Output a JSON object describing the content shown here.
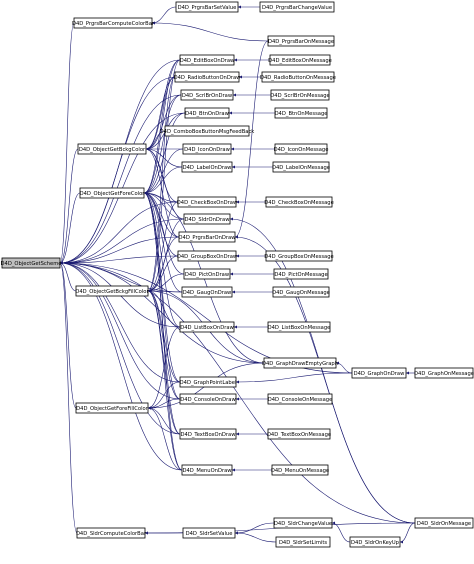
{
  "graph": {
    "root": "D4D_ObjectGetScheme",
    "nodes": [
      "D4D_ObjectGetScheme",
      "D4D_PrgrsBarComputeColorBar",
      "D4D_ObjectGetBckgColor",
      "D4D_ObjectGetForeColor",
      "D4D_ObjectGetBckgFillColor",
      "D4D_ObjectGetForeFillColor",
      "D4D_SldrComputeColorBar",
      "D4D_PrgrsBarSetValue",
      "D4D_PrgrsBarChangeValue",
      "D4D_PrgrsBarOnMessage",
      "D4D_EditBoxOnDraw",
      "D4D_EditBoxOnMessage",
      "D4D_RadioButtonOnDraw",
      "D4D_RadioButtonOnMessage",
      "D4D_ScrlBrOnDraw",
      "D4D_ScrlBrOnMessage",
      "D4D_BtnOnDraw",
      "D4D_BtnOnMessage",
      "D4D_ComboBoxButtonMsgFeedBack",
      "D4D_IconOnDraw",
      "D4D_IconOnMessage",
      "D4D_LabelOnDraw",
      "D4D_LabelOnMessage",
      "D4D_CheckBoxOnDraw",
      "D4D_CheckBoxOnMessage",
      "D4D_SldrOnDraw",
      "D4D_PrgrsBarOnDraw",
      "D4D_GroupBoxOnDraw",
      "D4D_GroupBoxOnMessage",
      "D4D_PictOnDraw",
      "D4D_PictOnMessage",
      "D4D_GaugOnDraw",
      "D4D_GaugOnMessage",
      "D4D_ListBoxOnDraw",
      "D4D_ListBoxOnMessage",
      "D4D_GraphDrawEmptyGraph",
      "D4D_GraphOnDraw",
      "D4D_GraphOnMessage",
      "D4D_GraphPointLabel",
      "D4D_ConsoleOnDraw",
      "D4D_ConsoleOnMessage",
      "D4D_TextBoxOnDraw",
      "D4D_TextBoxOnMessage",
      "D4D_MenuOnDraw",
      "D4D_MenuOnMessage",
      "D4D_SldrOnMessage",
      "D4D_SldrSetValue",
      "D4D_SldrChangeValue",
      "D4D_SldrSetLimits",
      "D4D_SldrOnKeyUp"
    ],
    "edges": [
      [
        "D4D_PrgrsBarComputeColorBar",
        "D4D_ObjectGetScheme"
      ],
      [
        "D4D_ObjectGetBckgColor",
        "D4D_ObjectGetScheme"
      ],
      [
        "D4D_ObjectGetForeColor",
        "D4D_ObjectGetScheme"
      ],
      [
        "D4D_ObjectGetBckgFillColor",
        "D4D_ObjectGetScheme"
      ],
      [
        "D4D_ObjectGetForeFillColor",
        "D4D_ObjectGetScheme"
      ],
      [
        "D4D_SldrComputeColorBar",
        "D4D_ObjectGetScheme"
      ],
      [
        "D4D_EditBoxOnDraw",
        "D4D_ObjectGetScheme"
      ],
      [
        "D4D_RadioButtonOnDraw",
        "D4D_ObjectGetScheme"
      ],
      [
        "D4D_ScrlBrOnDraw",
        "D4D_ObjectGetScheme"
      ],
      [
        "D4D_BtnOnDraw",
        "D4D_ObjectGetScheme"
      ],
      [
        "D4D_CheckBoxOnDraw",
        "D4D_ObjectGetScheme"
      ],
      [
        "D4D_SldrOnDraw",
        "D4D_ObjectGetScheme"
      ],
      [
        "D4D_PrgrsBarOnDraw",
        "D4D_ObjectGetScheme"
      ],
      [
        "D4D_GroupBoxOnDraw",
        "D4D_ObjectGetScheme"
      ],
      [
        "D4D_GaugOnDraw",
        "D4D_ObjectGetScheme"
      ],
      [
        "D4D_ListBoxOnDraw",
        "D4D_ObjectGetScheme"
      ],
      [
        "D4D_GraphDrawEmptyGraph",
        "D4D_ObjectGetScheme"
      ],
      [
        "D4D_GraphOnDraw",
        "D4D_ObjectGetScheme"
      ],
      [
        "D4D_GraphPointLabel",
        "D4D_ObjectGetScheme"
      ],
      [
        "D4D_ConsoleOnDraw",
        "D4D_ObjectGetScheme"
      ],
      [
        "D4D_TextBoxOnDraw",
        "D4D_ObjectGetScheme"
      ],
      [
        "D4D_MenuOnDraw",
        "D4D_ObjectGetScheme"
      ],
      [
        "D4D_SldrOnMessage",
        "D4D_ObjectGetScheme"
      ],
      [
        "D4D_PrgrsBarSetValue",
        "D4D_PrgrsBarComputeColorBar"
      ],
      [
        "D4D_PrgrsBarOnMessage",
        "D4D_PrgrsBarComputeColorBar"
      ],
      [
        "D4D_PrgrsBarChangeValue",
        "D4D_PrgrsBarSetValue"
      ],
      [
        "D4D_EditBoxOnDraw",
        "D4D_ObjectGetBckgColor"
      ],
      [
        "D4D_RadioButtonOnDraw",
        "D4D_ObjectGetBckgColor"
      ],
      [
        "D4D_ScrlBrOnDraw",
        "D4D_ObjectGetBckgColor"
      ],
      [
        "D4D_BtnOnDraw",
        "D4D_ObjectGetBckgColor"
      ],
      [
        "D4D_ComboBoxButtonMsgFeedBack",
        "D4D_ObjectGetBckgColor"
      ],
      [
        "D4D_IconOnDraw",
        "D4D_ObjectGetBckgColor"
      ],
      [
        "D4D_LabelOnDraw",
        "D4D_ObjectGetBckgColor"
      ],
      [
        "D4D_CheckBoxOnDraw",
        "D4D_ObjectGetBckgColor"
      ],
      [
        "D4D_SldrOnDraw",
        "D4D_ObjectGetBckgColor"
      ],
      [
        "D4D_PrgrsBarOnDraw",
        "D4D_ObjectGetBckgColor"
      ],
      [
        "D4D_EditBoxOnDraw",
        "D4D_ObjectGetForeColor"
      ],
      [
        "D4D_RadioButtonOnDraw",
        "D4D_ObjectGetForeColor"
      ],
      [
        "D4D_ScrlBrOnDraw",
        "D4D_ObjectGetForeColor"
      ],
      [
        "D4D_BtnOnDraw",
        "D4D_ObjectGetForeColor"
      ],
      [
        "D4D_IconOnDraw",
        "D4D_ObjectGetForeColor"
      ],
      [
        "D4D_LabelOnDraw",
        "D4D_ObjectGetForeColor"
      ],
      [
        "D4D_CheckBoxOnDraw",
        "D4D_ObjectGetForeColor"
      ],
      [
        "D4D_SldrOnDraw",
        "D4D_ObjectGetForeColor"
      ],
      [
        "D4D_PrgrsBarOnDraw",
        "D4D_ObjectGetForeColor"
      ],
      [
        "D4D_GroupBoxOnDraw",
        "D4D_ObjectGetForeColor"
      ],
      [
        "D4D_PictOnDraw",
        "D4D_ObjectGetForeColor"
      ],
      [
        "D4D_GaugOnDraw",
        "D4D_ObjectGetForeColor"
      ],
      [
        "D4D_ListBoxOnDraw",
        "D4D_ObjectGetForeColor"
      ],
      [
        "D4D_GraphDrawEmptyGraph",
        "D4D_ObjectGetForeColor"
      ],
      [
        "D4D_GraphPointLabel",
        "D4D_ObjectGetForeColor"
      ],
      [
        "D4D_ConsoleOnDraw",
        "D4D_ObjectGetForeColor"
      ],
      [
        "D4D_TextBoxOnDraw",
        "D4D_ObjectGetForeColor"
      ],
      [
        "D4D_MenuOnDraw",
        "D4D_ObjectGetForeColor"
      ],
      [
        "D4D_EditBoxOnDraw",
        "D4D_ObjectGetBckgFillColor"
      ],
      [
        "D4D_RadioButtonOnDraw",
        "D4D_ObjectGetBckgFillColor"
      ],
      [
        "D4D_CheckBoxOnDraw",
        "D4D_ObjectGetBckgFillColor"
      ],
      [
        "D4D_SldrOnDraw",
        "D4D_ObjectGetBckgFillColor"
      ],
      [
        "D4D_PrgrsBarOnDraw",
        "D4D_ObjectGetBckgFillColor"
      ],
      [
        "D4D_GroupBoxOnDraw",
        "D4D_ObjectGetBckgFillColor"
      ],
      [
        "D4D_PictOnDraw",
        "D4D_ObjectGetBckgFillColor"
      ],
      [
        "D4D_GaugOnDraw",
        "D4D_ObjectGetBckgFillColor"
      ],
      [
        "D4D_ListBoxOnDraw",
        "D4D_ObjectGetBckgFillColor"
      ],
      [
        "D4D_GraphDrawEmptyGraph",
        "D4D_ObjectGetBckgFillColor"
      ],
      [
        "D4D_GraphPointLabel",
        "D4D_ObjectGetBckgFillColor"
      ],
      [
        "D4D_ConsoleOnDraw",
        "D4D_ObjectGetBckgFillColor"
      ],
      [
        "D4D_TextBoxOnDraw",
        "D4D_ObjectGetBckgFillColor"
      ],
      [
        "D4D_MenuOnDraw",
        "D4D_ObjectGetBckgFillColor"
      ],
      [
        "D4D_ListBoxOnDraw",
        "D4D_ObjectGetForeFillColor"
      ],
      [
        "D4D_GraphDrawEmptyGraph",
        "D4D_ObjectGetForeFillColor"
      ],
      [
        "D4D_GraphPointLabel",
        "D4D_ObjectGetForeFillColor"
      ],
      [
        "D4D_ConsoleOnDraw",
        "D4D_ObjectGetForeFillColor"
      ],
      [
        "D4D_TextBoxOnDraw",
        "D4D_ObjectGetForeFillColor"
      ],
      [
        "D4D_MenuOnDraw",
        "D4D_ObjectGetForeFillColor"
      ],
      [
        "D4D_SldrSetValue",
        "D4D_SldrComputeColorBar"
      ],
      [
        "D4D_SldrOnMessage",
        "D4D_SldrComputeColorBar"
      ],
      [
        "D4D_SldrChangeValue",
        "D4D_SldrSetValue"
      ],
      [
        "D4D_SldrSetLimits",
        "D4D_SldrSetValue"
      ],
      [
        "D4D_SldrOnKeyUp",
        "D4D_SldrChangeValue"
      ],
      [
        "D4D_SldrOnMessage",
        "D4D_SldrOnKeyUp"
      ],
      [
        "D4D_EditBoxOnMessage",
        "D4D_EditBoxOnDraw"
      ],
      [
        "D4D_RadioButtonOnMessage",
        "D4D_RadioButtonOnDraw"
      ],
      [
        "D4D_ScrlBrOnMessage",
        "D4D_ScrlBrOnDraw"
      ],
      [
        "D4D_BtnOnMessage",
        "D4D_BtnOnDraw"
      ],
      [
        "D4D_IconOnMessage",
        "D4D_IconOnDraw"
      ],
      [
        "D4D_LabelOnMessage",
        "D4D_LabelOnDraw"
      ],
      [
        "D4D_CheckBoxOnMessage",
        "D4D_CheckBoxOnDraw"
      ],
      [
        "D4D_SldrOnMessage",
        "D4D_SldrOnDraw"
      ],
      [
        "D4D_PrgrsBarOnMessage",
        "D4D_PrgrsBarOnDraw"
      ],
      [
        "D4D_GroupBoxOnMessage",
        "D4D_GroupBoxOnDraw"
      ],
      [
        "D4D_PictOnMessage",
        "D4D_PictOnDraw"
      ],
      [
        "D4D_GaugOnMessage",
        "D4D_GaugOnDraw"
      ],
      [
        "D4D_ListBoxOnMessage",
        "D4D_ListBoxOnDraw"
      ],
      [
        "D4D_GraphOnDraw",
        "D4D_GraphDrawEmptyGraph"
      ],
      [
        "D4D_GraphOnMessage",
        "D4D_GraphOnDraw"
      ],
      [
        "D4D_GraphOnDraw",
        "D4D_GraphPointLabel"
      ],
      [
        "D4D_ConsoleOnMessage",
        "D4D_ConsoleOnDraw"
      ],
      [
        "D4D_TextBoxOnMessage",
        "D4D_TextBoxOnDraw"
      ],
      [
        "D4D_MenuOnMessage",
        "D4D_MenuOnDraw"
      ],
      [
        "D4D_SldrOnMessage",
        "D4D_PrgrsBarOnDraw"
      ]
    ]
  }
}
